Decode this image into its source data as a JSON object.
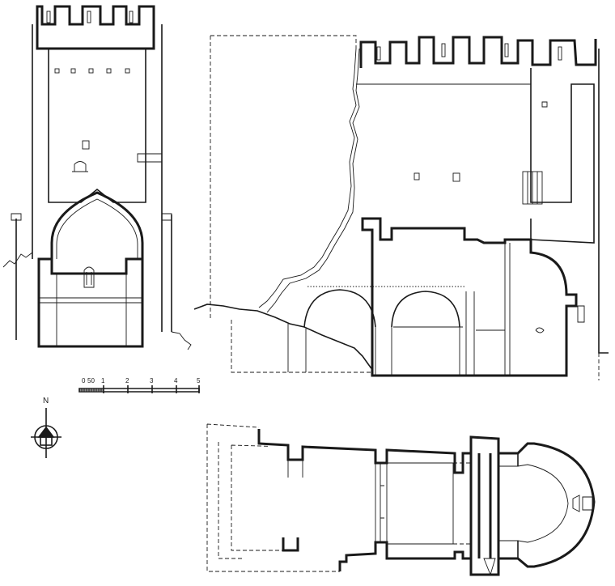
{
  "scale_bar": {
    "ticks": [
      "0",
      "50",
      "1",
      "2",
      "3",
      "4",
      "5"
    ]
  },
  "compass": {
    "label": "N"
  }
}
